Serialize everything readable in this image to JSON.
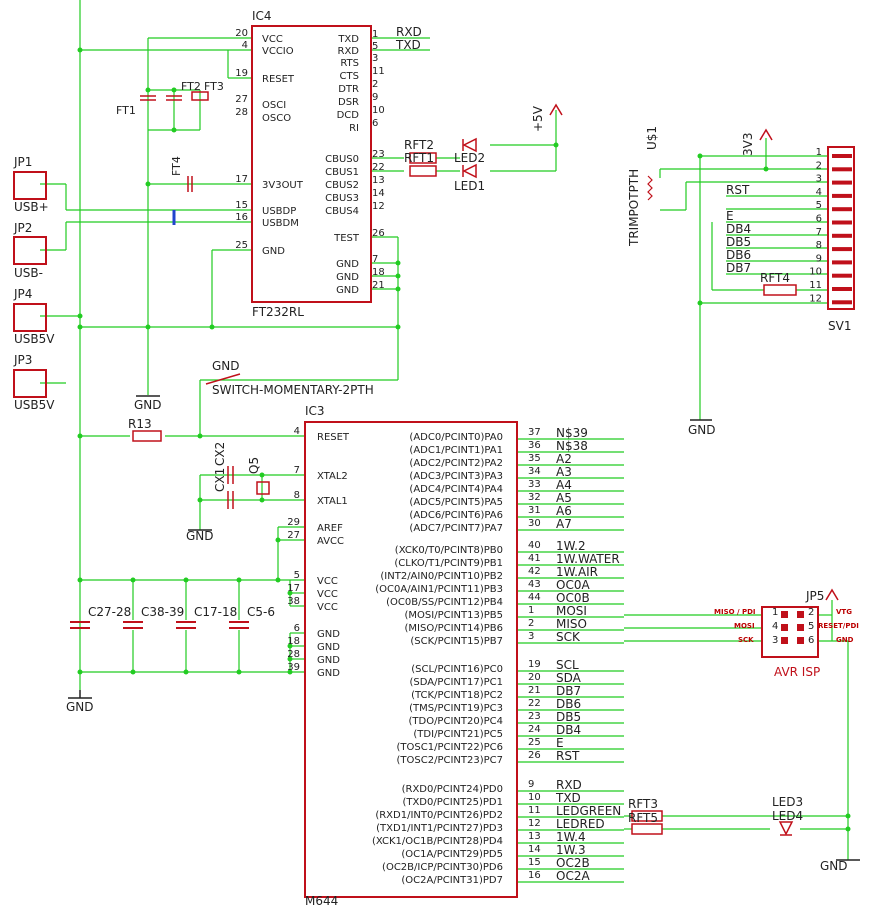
{
  "colors": {
    "wire": "#22cc22",
    "part": "#c0101a",
    "text": "#222222",
    "bus": "#2244cc",
    "bg": "#ffffff"
  },
  "ic4": {
    "name": "IC4",
    "part": "FT232RL",
    "left_pins": [
      [
        "20",
        "VCC"
      ],
      [
        "4",
        "VCCIO"
      ],
      [
        "19",
        "RESET"
      ],
      [
        "27",
        "OSCI"
      ],
      [
        "28",
        "OSCO"
      ],
      [
        "17",
        "3V3OUT"
      ],
      [
        "15",
        "USBDP"
      ],
      [
        "16",
        "USBDM"
      ],
      [
        "25",
        "GND"
      ]
    ],
    "right_pins": [
      [
        "1",
        "TXD"
      ],
      [
        "5",
        "RXD"
      ],
      [
        "3",
        "RTS"
      ],
      [
        "11",
        "CTS"
      ],
      [
        "2",
        "DTR"
      ],
      [
        "9",
        "DSR"
      ],
      [
        "10",
        "DCD"
      ],
      [
        "6",
        "RI"
      ],
      [
        "23",
        "CBUS0"
      ],
      [
        "22",
        "CBUS1"
      ],
      [
        "13",
        "CBUS2"
      ],
      [
        "14",
        "CBUS3"
      ],
      [
        "12",
        "CBUS4"
      ],
      [
        "26",
        "TEST"
      ],
      [
        "7",
        "GND"
      ],
      [
        "18",
        "GND"
      ],
      [
        "21",
        "GND"
      ]
    ]
  },
  "ic3": {
    "name": "IC3",
    "part": "M644",
    "left_pins": [
      [
        "4",
        "RESET"
      ],
      [
        "7",
        "XTAL2"
      ],
      [
        "8",
        "XTAL1"
      ],
      [
        "29",
        "AREF"
      ],
      [
        "27",
        "AVCC"
      ],
      [
        "5",
        "VCC"
      ],
      [
        "17",
        "VCC"
      ],
      [
        "38",
        "VCC"
      ],
      [
        "6",
        "GND"
      ],
      [
        "18",
        "GND"
      ],
      [
        "28",
        "GND"
      ],
      [
        "39",
        "GND"
      ]
    ],
    "right_pins": [
      [
        "37",
        "(ADC0/PCINT0)PA0",
        "N$39"
      ],
      [
        "36",
        "(ADC1/PCINT1)PA1",
        "N$38"
      ],
      [
        "35",
        "(ADC2/PCINT2)PA2",
        "A2"
      ],
      [
        "34",
        "(ADC3/PCINT3)PA3",
        "A3"
      ],
      [
        "33",
        "(ADC4/PCINT4)PA4",
        "A4"
      ],
      [
        "32",
        "(ADC5/PCINT5)PA5",
        "A5"
      ],
      [
        "31",
        "(ADC6/PCINT6)PA6",
        "A6"
      ],
      [
        "30",
        "(ADC7/PCINT7)PA7",
        "A7"
      ],
      [
        "40",
        "(XCK0/T0/PCINT8)PB0",
        "1W.2"
      ],
      [
        "41",
        "(CLKO/T1/PCINT9)PB1",
        "1W.WATER"
      ],
      [
        "42",
        "(INT2/AIN0/PCINT10)PB2",
        "1W.AIR"
      ],
      [
        "43",
        "(OC0A/AIN1/PCINT11)PB3",
        "OC0A"
      ],
      [
        "44",
        "(OC0B/SS/PCINT12)PB4",
        "OC0B"
      ],
      [
        "1",
        "(MOSI/PCINT13)PB5",
        "MOSI"
      ],
      [
        "2",
        "(MISO/PCINT14)PB6",
        "MISO"
      ],
      [
        "3",
        "(SCK/PCINT15)PB7",
        "SCK"
      ],
      [
        "19",
        "(SCL/PCINT16)PC0",
        "SCL"
      ],
      [
        "20",
        "(SDA/PCINT17)PC1",
        "SDA"
      ],
      [
        "21",
        "(TCK/PCINT18)PC2",
        "DB7"
      ],
      [
        "22",
        "(TMS/PCINT19)PC3",
        "DB6"
      ],
      [
        "23",
        "(TDO/PCINT20)PC4",
        "DB5"
      ],
      [
        "24",
        "(TDI/PCINT21)PC5",
        "DB4"
      ],
      [
        "25",
        "(TOSC1/PCINT22)PC6",
        "E"
      ],
      [
        "26",
        "(TOSC2/PCINT23)PC7",
        "RST"
      ],
      [
        "9",
        "(RXD0/PCINT24)PD0",
        "RXD"
      ],
      [
        "10",
        "(TXD0/PCINT25)PD1",
        "TXD"
      ],
      [
        "11",
        "(RXD1/INT0/PCINT26)PD2",
        "LEDGREEN"
      ],
      [
        "12",
        "(TXD1/INT1/PCINT27)PD3",
        "LEDRED"
      ],
      [
        "13",
        "(XCK1/OC1B/PCINT28)PD4",
        "1W.4"
      ],
      [
        "14",
        "(OC1A/PCINT29)PD5",
        "1W.3"
      ],
      [
        "15",
        "(OC2B/ICP/PCINT30)PD6",
        "OC2B"
      ],
      [
        "16",
        "(OC2A/PCINT31)PD7",
        "OC2A"
      ]
    ]
  },
  "connectors": [
    {
      "name": "JP1",
      "label": "USB+"
    },
    {
      "name": "JP2",
      "label": "USB-"
    },
    {
      "name": "JP4",
      "label": "USB5V"
    },
    {
      "name": "JP3",
      "label": "USB5V"
    }
  ],
  "sv1": {
    "name": "SV1",
    "pins": [
      "1",
      "2",
      "3",
      "4",
      "5",
      "6",
      "7",
      "8",
      "9",
      "10",
      "11",
      "12"
    ],
    "nets": [
      "RST",
      "E",
      "DB4",
      "DB5",
      "DB6",
      "DB7"
    ]
  },
  "isp": {
    "name": "JP5",
    "label": "AVR ISP",
    "pins": [
      [
        "1",
        "MISO / PDI"
      ],
      [
        "2",
        "VTG"
      ],
      [
        "4",
        "MOSI"
      ],
      [
        "3",
        "SCK"
      ],
      [
        "5",
        "RESET/PDI"
      ],
      [
        "6",
        "GND"
      ]
    ]
  },
  "components": {
    "ic4_nets": [
      "RXD",
      "TXD"
    ],
    "ft": [
      "FT1",
      "FT2",
      "FT3",
      "FT4"
    ],
    "rft2": "RFT2",
    "rft1": "RFT1",
    "led2": "LED2",
    "led1": "LED1",
    "plus5v": "+5V",
    "u1": "U$1",
    "v33": "3V3",
    "trimpot": "TRIMPOTPTH",
    "rft4": "RFT4",
    "gnd": "GND",
    "switch": "SWITCH-MOMENTARY-2PTH",
    "r13": "R13",
    "cx1": "CX1",
    "cx2": "CX2",
    "q5": "Q5",
    "caps": [
      "C27-28",
      "C38-39",
      "C17-18",
      "C5-6"
    ],
    "rft3": "RFT3",
    "rft5": "RFT5",
    "led3": "LED3",
    "led4": "LED4"
  }
}
